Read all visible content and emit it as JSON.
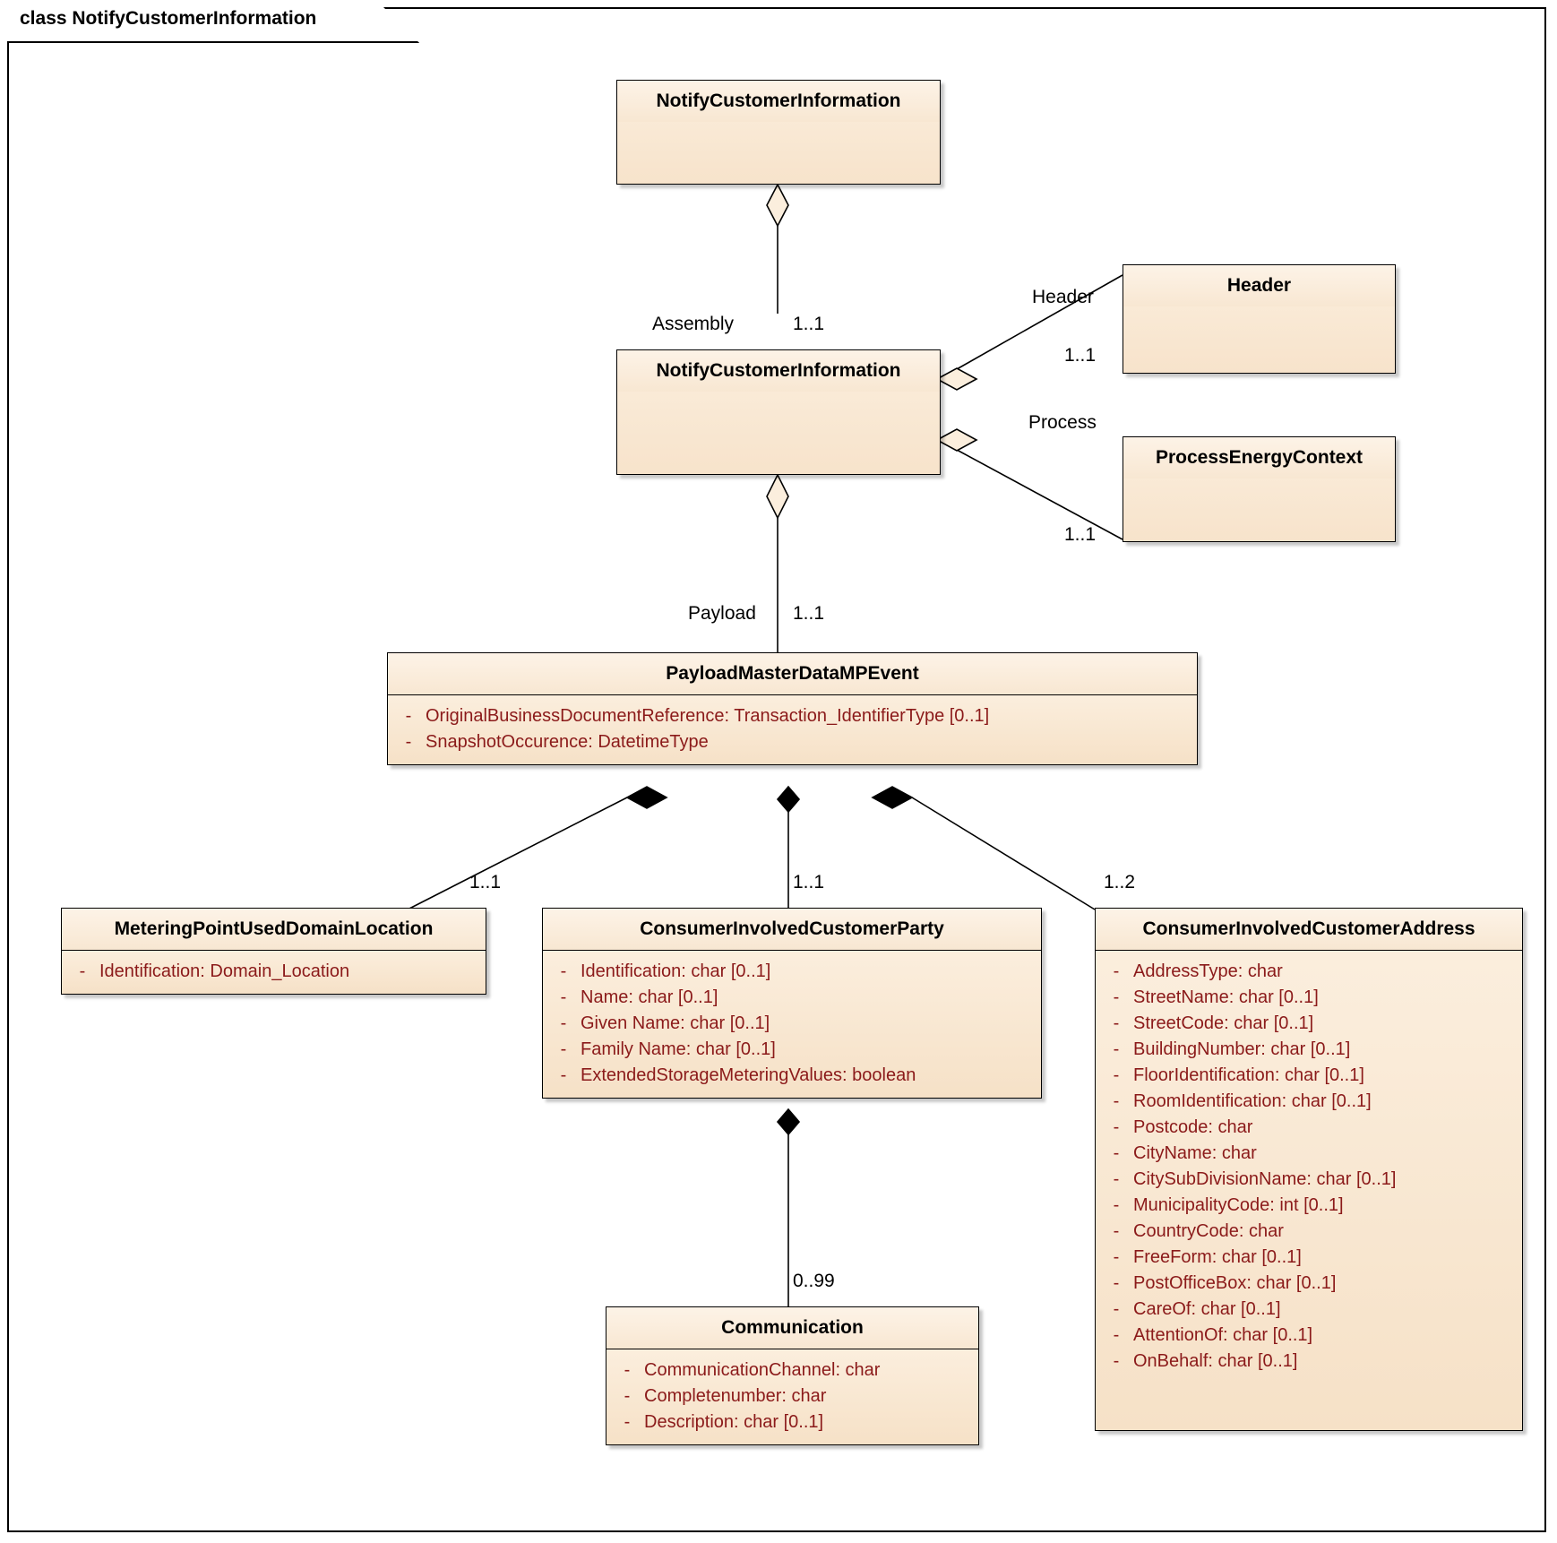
{
  "frame": {
    "title": "class NotifyCustomerInformation"
  },
  "classes": {
    "notify_top": {
      "name": "NotifyCustomerInformation",
      "attributes": []
    },
    "notify_mid": {
      "name": "NotifyCustomerInformation",
      "attributes": []
    },
    "header": {
      "name": "Header",
      "attributes": []
    },
    "process_energy_context": {
      "name": "ProcessEnergyContext",
      "attributes": []
    },
    "payload": {
      "name": "PayloadMasterDataMPEvent",
      "attributes": [
        {
          "visibility": "-",
          "signature": "OriginalBusinessDocumentReference: Transaction_IdentifierType [0..1]"
        },
        {
          "visibility": "-",
          "signature": "SnapshotOccurence: DatetimeType"
        }
      ]
    },
    "metering_point": {
      "name": "MeteringPointUsedDomainLocation",
      "attributes": [
        {
          "visibility": "-",
          "signature": "Identification: Domain_Location"
        }
      ]
    },
    "customer_party": {
      "name": "ConsumerInvolvedCustomerParty",
      "attributes": [
        {
          "visibility": "-",
          "signature": "Identification: char [0..1]"
        },
        {
          "visibility": "-",
          "signature": "Name: char [0..1]"
        },
        {
          "visibility": "-",
          "signature": "Given Name: char [0..1]"
        },
        {
          "visibility": "-",
          "signature": "Family Name: char [0..1]"
        },
        {
          "visibility": "-",
          "signature": "ExtendedStorageMeteringValues: boolean"
        }
      ]
    },
    "customer_address": {
      "name": "ConsumerInvolvedCustomerAddress",
      "attributes": [
        {
          "visibility": "-",
          "signature": "AddressType: char"
        },
        {
          "visibility": "-",
          "signature": "StreetName: char [0..1]"
        },
        {
          "visibility": "-",
          "signature": "StreetCode: char [0..1]"
        },
        {
          "visibility": "-",
          "signature": "BuildingNumber: char [0..1]"
        },
        {
          "visibility": "-",
          "signature": "FloorIdentification: char [0..1]"
        },
        {
          "visibility": "-",
          "signature": "RoomIdentification: char [0..1]"
        },
        {
          "visibility": "-",
          "signature": "Postcode: char"
        },
        {
          "visibility": "-",
          "signature": "CityName: char"
        },
        {
          "visibility": "-",
          "signature": "CitySubDivisionName: char [0..1]"
        },
        {
          "visibility": "-",
          "signature": "MunicipalityCode: int [0..1]"
        },
        {
          "visibility": "-",
          "signature": "CountryCode: char"
        },
        {
          "visibility": "-",
          "signature": "FreeForm: char [0..1]"
        },
        {
          "visibility": "-",
          "signature": "PostOfficeBox: char [0..1]"
        },
        {
          "visibility": "-",
          "signature": "CareOf: char [0..1]"
        },
        {
          "visibility": "-",
          "signature": "AttentionOf: char [0..1]"
        },
        {
          "visibility": "-",
          "signature": "OnBehalf: char [0..1]"
        }
      ]
    },
    "communication": {
      "name": "Communication",
      "attributes": [
        {
          "visibility": "-",
          "signature": "CommunicationChannel: char"
        },
        {
          "visibility": "-",
          "signature": "Completenumber: char"
        },
        {
          "visibility": "-",
          "signature": "Description: char [0..1]"
        }
      ]
    }
  },
  "edges": {
    "assembly_role": "Assembly",
    "assembly_mult": "1..1",
    "header_role": "Header",
    "header_mult": "1..1",
    "process_role": "Process",
    "process_mult": "1..1",
    "payload_role": "Payload",
    "payload_mult": "1..1",
    "metering_mult": "1..1",
    "party_mult": "1..1",
    "address_mult": "1..2",
    "communication_mult": "0..99"
  },
  "colors": {
    "class_fill": "#fbeedd",
    "class_fill_header": "#fdf3e7",
    "attribute_text": "#8b1a1a",
    "border": "#000000",
    "background": "#ffffff"
  }
}
